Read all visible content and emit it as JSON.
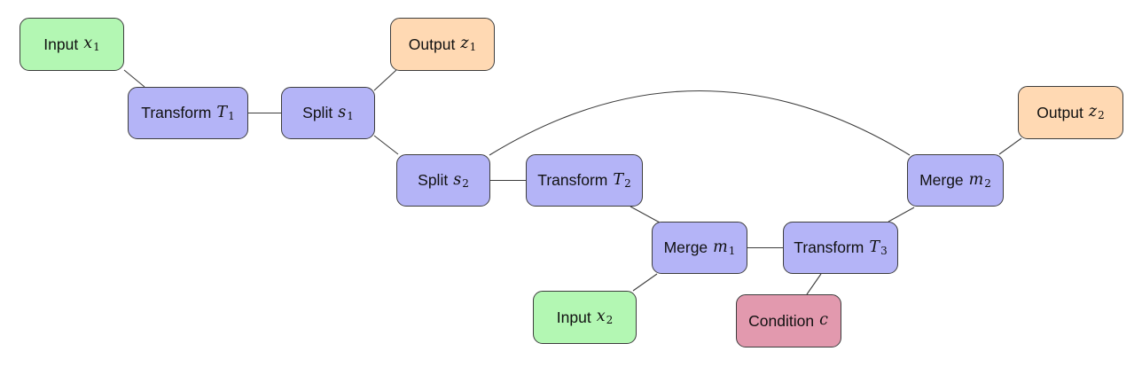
{
  "diagram": {
    "nodes": [
      {
        "id": "input-x1",
        "kind": "input",
        "label": "Input",
        "var": "x",
        "sub": "1"
      },
      {
        "id": "transform-t1",
        "kind": "process",
        "label": "Transform",
        "var": "T",
        "sub": "1"
      },
      {
        "id": "split-s1",
        "kind": "process",
        "label": "Split",
        "var": "s",
        "sub": "1"
      },
      {
        "id": "output-z1",
        "kind": "output",
        "label": "Output",
        "var": "z",
        "sub": "1"
      },
      {
        "id": "split-s2",
        "kind": "process",
        "label": "Split",
        "var": "s",
        "sub": "2"
      },
      {
        "id": "transform-t2",
        "kind": "process",
        "label": "Transform",
        "var": "T",
        "sub": "2"
      },
      {
        "id": "merge-m1",
        "kind": "process",
        "label": "Merge",
        "var": "m",
        "sub": "1"
      },
      {
        "id": "input-x2",
        "kind": "input",
        "label": "Input",
        "var": "x",
        "sub": "2"
      },
      {
        "id": "transform-t3",
        "kind": "process",
        "label": "Transform",
        "var": "T",
        "sub": "3"
      },
      {
        "id": "condition-c",
        "kind": "condition",
        "label": "Condition",
        "var": "c",
        "sub": ""
      },
      {
        "id": "merge-m2",
        "kind": "process",
        "label": "Merge",
        "var": "m",
        "sub": "2"
      },
      {
        "id": "output-z2",
        "kind": "output",
        "label": "Output",
        "var": "z",
        "sub": "2"
      }
    ],
    "edges": [
      {
        "from": "input-x1",
        "to": "transform-t1",
        "style": "straight"
      },
      {
        "from": "transform-t1",
        "to": "split-s1",
        "style": "straight"
      },
      {
        "from": "split-s1",
        "to": "output-z1",
        "style": "straight"
      },
      {
        "from": "split-s1",
        "to": "split-s2",
        "style": "straight"
      },
      {
        "from": "split-s2",
        "to": "transform-t2",
        "style": "straight"
      },
      {
        "from": "split-s2",
        "to": "merge-m2",
        "style": "curved"
      },
      {
        "from": "transform-t2",
        "to": "merge-m1",
        "style": "straight"
      },
      {
        "from": "input-x2",
        "to": "merge-m1",
        "style": "straight"
      },
      {
        "from": "merge-m1",
        "to": "transform-t3",
        "style": "straight"
      },
      {
        "from": "condition-c",
        "to": "transform-t3",
        "style": "straight"
      },
      {
        "from": "transform-t3",
        "to": "merge-m2",
        "style": "straight"
      },
      {
        "from": "merge-m2",
        "to": "output-z2",
        "style": "straight"
      }
    ],
    "colors": {
      "input_fill": "#b3f7b3",
      "process_fill": "#b4b4f7",
      "output_fill": "#ffd9b3",
      "condition_fill": "#e299ae",
      "node_border": "#3d3d3d",
      "edge_stroke": "#3d3d3d"
    }
  }
}
